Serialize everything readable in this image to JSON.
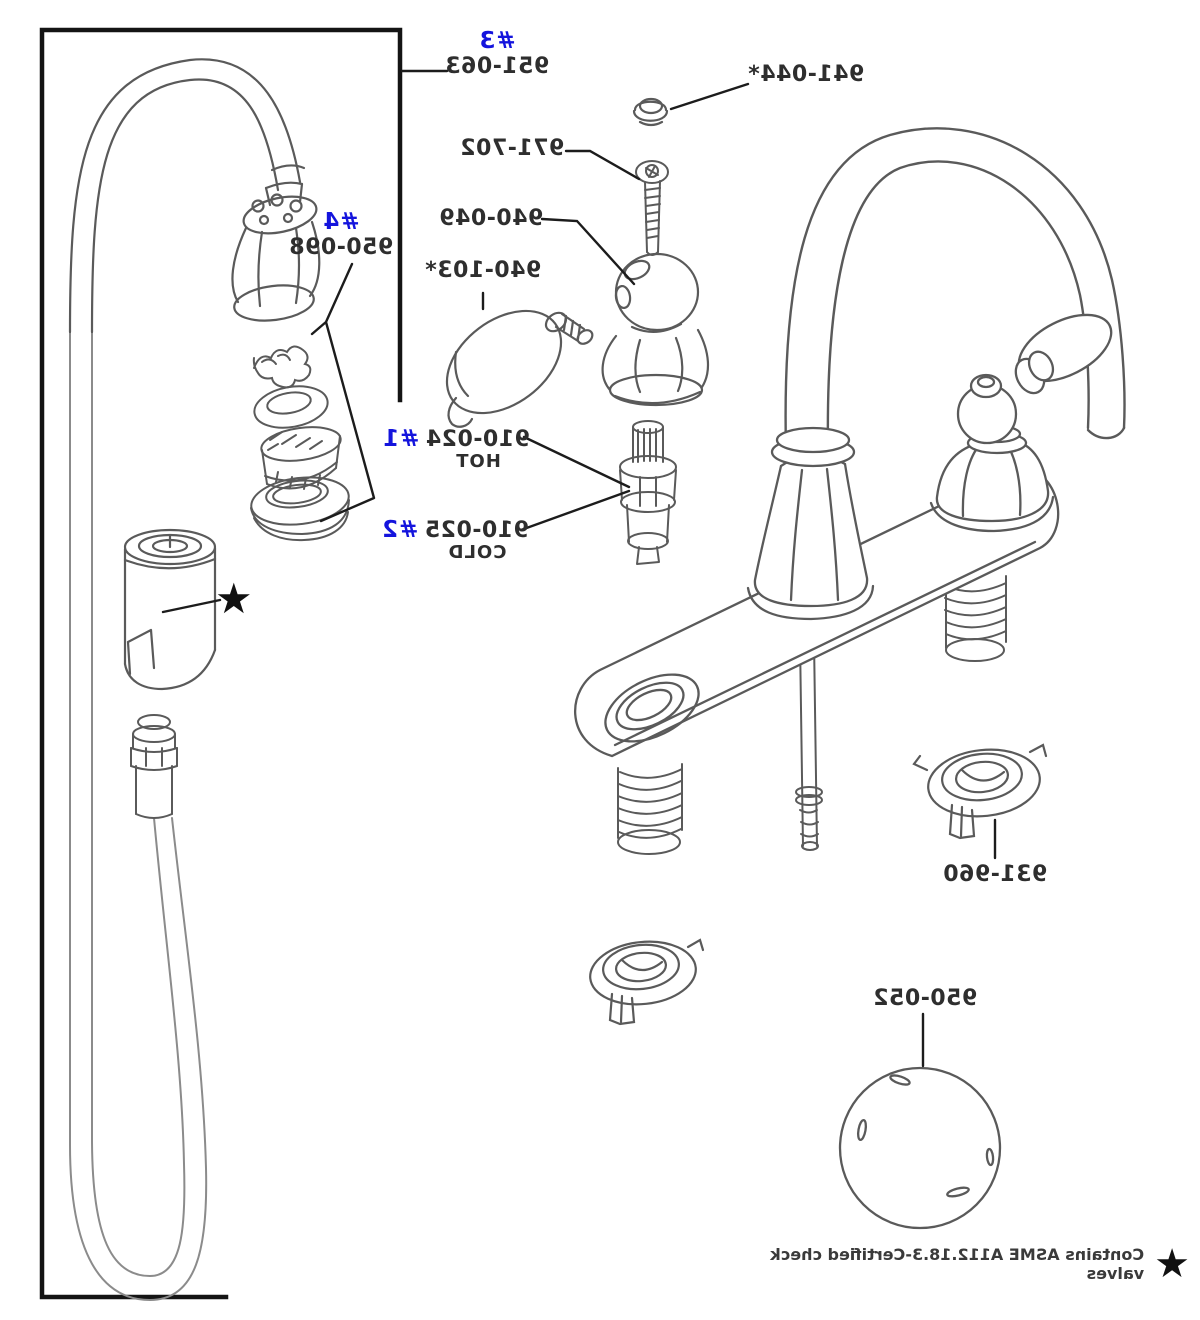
{
  "labels": {
    "part3": {
      "ref": "#3",
      "number": "951-063"
    },
    "part4": {
      "ref": "#4",
      "number": "950-098"
    },
    "index_cap": {
      "number": "941-044*"
    },
    "handle_screw": {
      "number": "971-702"
    },
    "handle_ball": {
      "number": "940-049"
    },
    "spray_knob": {
      "number": "940-103*"
    },
    "valve_hot": {
      "number": "910-024",
      "ref": "#1",
      "temp": "HOT"
    },
    "valve_cold": {
      "number": "910-025",
      "ref": "#2",
      "temp": "COLD"
    },
    "flange": {
      "number": "931-960"
    },
    "ball_part": {
      "number": "950-052"
    },
    "star_marker": "★"
  },
  "footer": {
    "star": "★",
    "text": "Contains ASME A112.18.3-Certified check valves"
  },
  "colors": {
    "reference_blue": "#1414dd",
    "label_black": "#2e2e2e",
    "line_gray": "#4f4f4f",
    "box_black": "#141414"
  }
}
